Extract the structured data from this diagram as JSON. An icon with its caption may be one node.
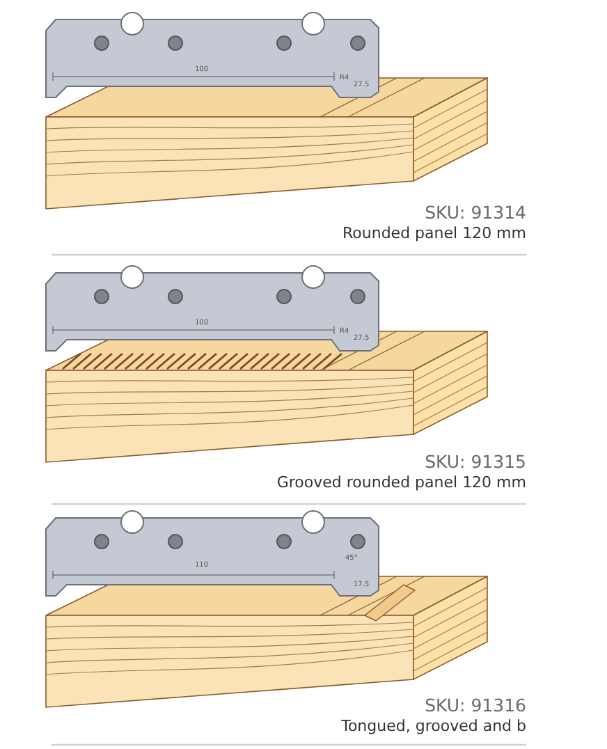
{
  "diagram": {
    "labels": [
      "100",
      "R4",
      "27.5",
      "SKU: 91314",
      "Rounded panel 120 mm",
      "100",
      "R4",
      "27.5",
      "SKU: 91315",
      "Grooved rounded panel 120 mm",
      "110",
      "45°",
      "17.5",
      "SKU: 91316",
      "Tongued, grooved and b"
    ]
  }
}
